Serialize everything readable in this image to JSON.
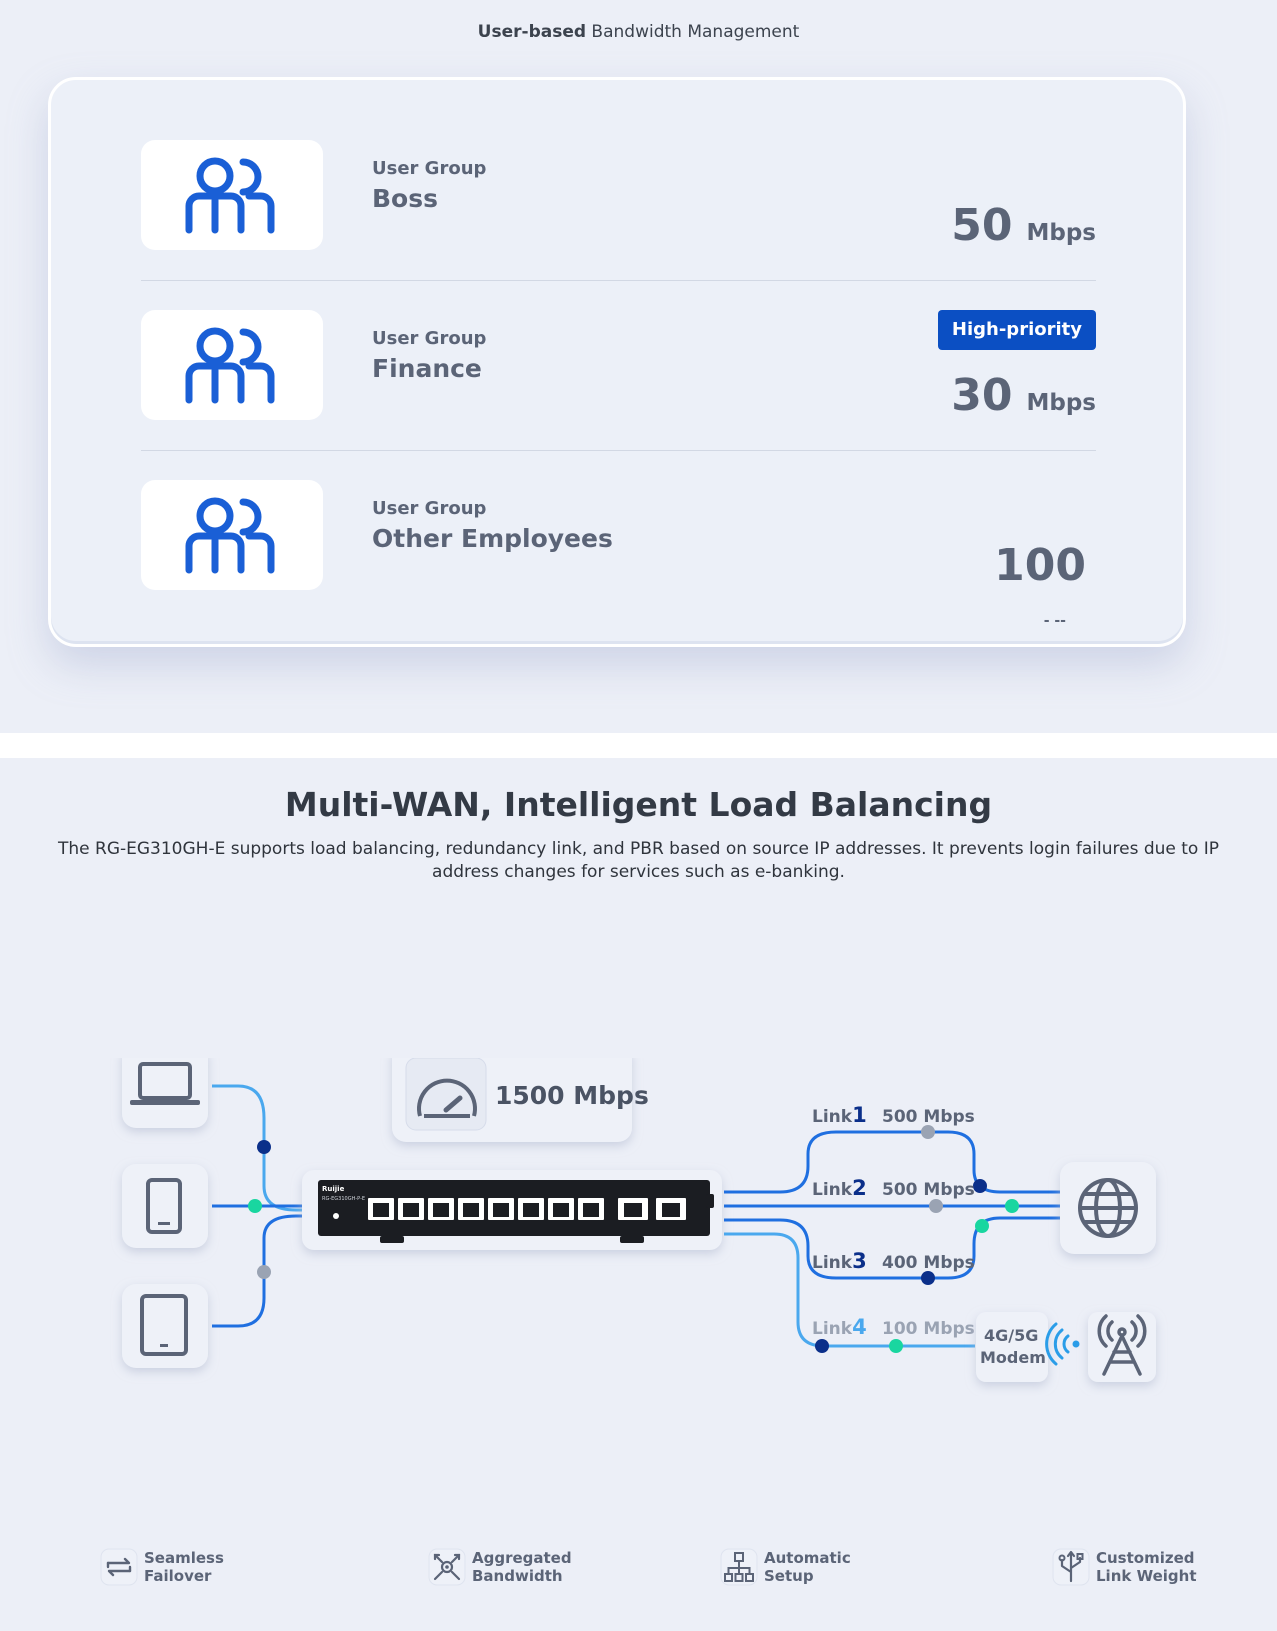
{
  "top": {
    "title_bold": "User-based",
    "title_rest": " Bandwidth Management"
  },
  "groups": [
    {
      "label": "User Group",
      "name": "Boss",
      "speed": "50",
      "unit": "Mbps"
    },
    {
      "label": "User Group",
      "name": "Finance",
      "speed": "30",
      "unit": "Mbps",
      "badge": "High-priority"
    },
    {
      "label": "User Group",
      "name": "Other Employees",
      "speed": "100",
      "unit": "- --"
    }
  ],
  "multiwan": {
    "heading": "Multi-WAN, Intelligent Load Balancing",
    "description": "The RG-EG310GH-E supports load balancing, redundancy link, and PBR based on source IP addresses. It prevents login failures due to IP address changes for services such as e-banking.",
    "throughput": "1500 Mbps",
    "links": [
      {
        "prefix": "Link",
        "num": "1",
        "speed": "500 Mbps"
      },
      {
        "prefix": "Link",
        "num": "2",
        "speed": "500 Mbps"
      },
      {
        "prefix": "Link",
        "num": "3",
        "speed": "400 Mbps"
      },
      {
        "prefix": "Link",
        "num": "4",
        "speed": "100 Mbps"
      }
    ],
    "modem_line1": "4G/5G",
    "modem_line2": "Modem",
    "device_brand": "Ruijie",
    "device_model": "RG-EG310GH-P-E",
    "features": [
      {
        "line1": "Seamless",
        "line2": "Failover",
        "icon": "swap-arrows-icon"
      },
      {
        "line1": "Aggregated",
        "line2": "Bandwidth",
        "icon": "aggregate-icon"
      },
      {
        "line1": "Automatic",
        "line2": "Setup",
        "icon": "hierarchy-icon"
      },
      {
        "line1": "Customized",
        "line2": "Link Weight",
        "icon": "usb-branch-icon"
      }
    ]
  },
  "colors": {
    "accent": "#0b4fc3",
    "icon_blue": "#1a5fd6",
    "line_blue": "#1f6fe0",
    "line_light": "#4aa8ee",
    "dot_dark": "#0b2f8a",
    "dot_green": "#19d6a0",
    "dot_gray": "#9aa3b3"
  }
}
